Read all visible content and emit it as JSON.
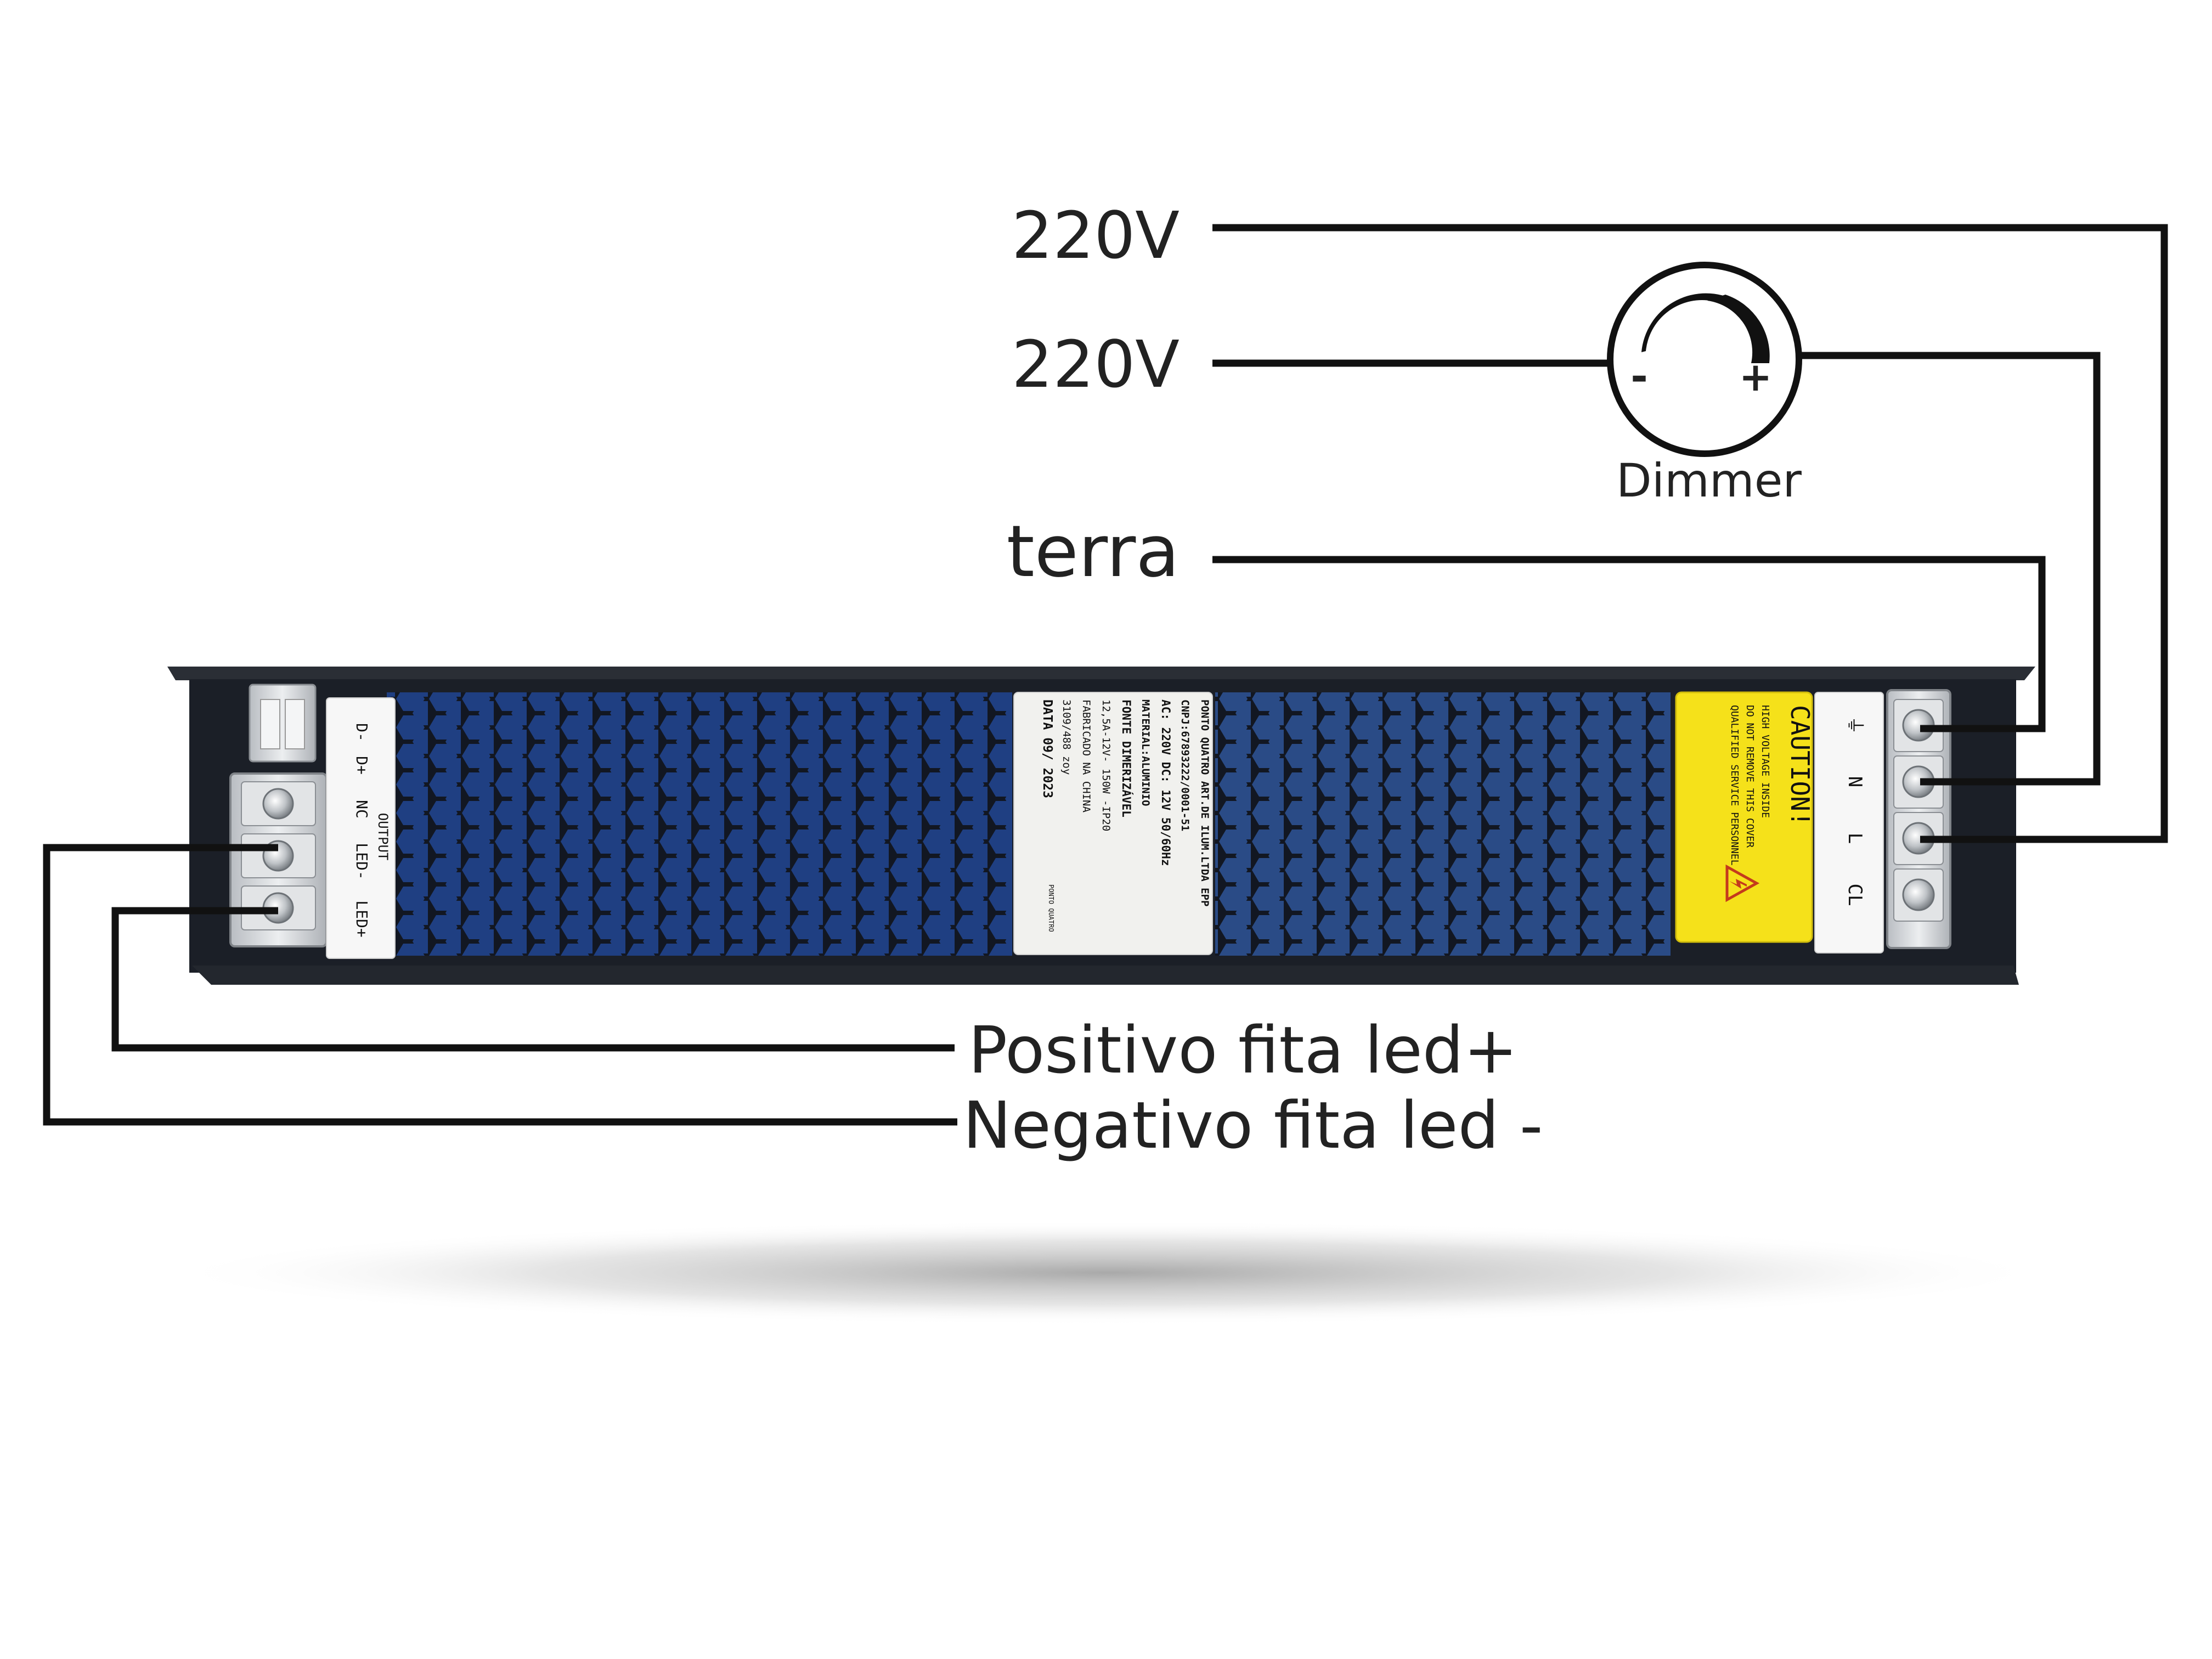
{
  "diagram": {
    "labels": {
      "line_220v_1": "220V",
      "line_220v_2": "220V",
      "ground": "terra",
      "dimmer": "Dimmer",
      "dimmer_minus": "-",
      "dimmer_plus": "+",
      "positive_led": "Positivo fita led+",
      "negative_led": "Negativo fita led -"
    },
    "left_terminals": [
      "D-",
      "D+",
      "NC",
      "LED-",
      "LED+"
    ],
    "left_terminal_header": "OUTPUT",
    "right_terminals": [
      "⏚",
      "N",
      "L",
      "CL"
    ],
    "spec_label": {
      "lines": [
        "PONTO QUATRO ART.DE ILUM.LTDA EPP",
        "CNPJ:67893222/0001-51",
        "AC: 220V  DC: 12V 50/60Hz",
        "MATERIAL:ALUMINIO",
        "FONTE DIMERIZÁVEL",
        "12,5A-12V- 150W -IP20",
        "FABRICADO NA CHINA",
        "3109/488 zoy",
        "DATA 09/ 2023"
      ],
      "logo_text": "PONTO QUATRO"
    },
    "caution_label": {
      "title": "CAUTION!",
      "lines": [
        "HIGH VOLTAGE INSIDE",
        "DO NOT REMOVE THIS COVER",
        "QUALIFIED SERVICE PERSONNEL ONLY"
      ]
    },
    "colors": {
      "wire": "#111111",
      "label_text": "#222222",
      "housing": "#1b1f27",
      "grille_bg": "#1e3c78",
      "caution_yellow": "#f5e11a",
      "terminal_block": "#cfd3d6"
    }
  }
}
